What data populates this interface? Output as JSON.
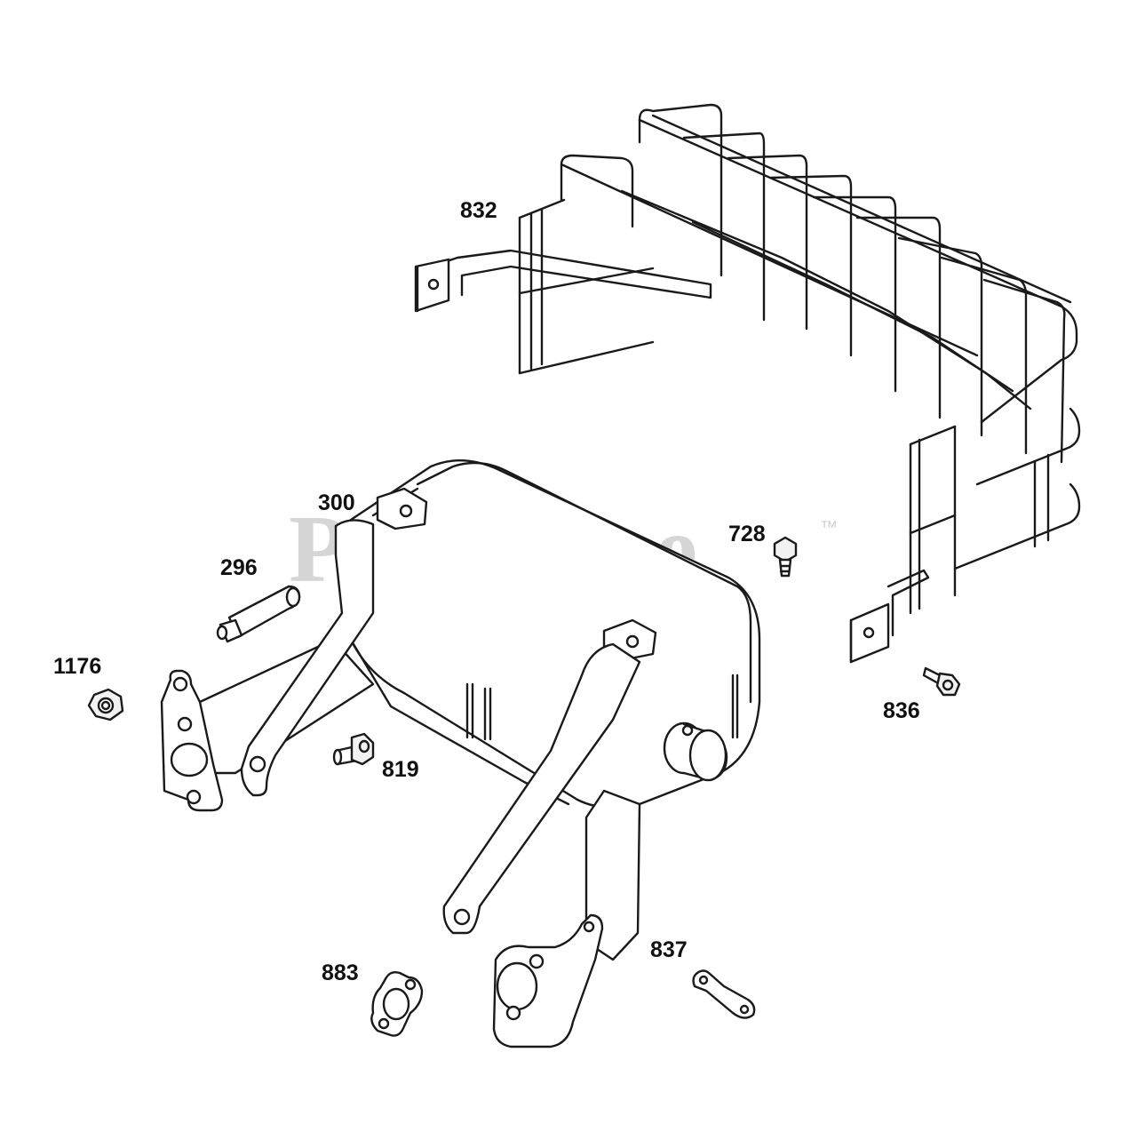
{
  "watermark": {
    "brand": "PartsTree",
    "trademark": "™"
  },
  "callouts": [
    {
      "id": "832",
      "label": "832"
    },
    {
      "id": "300",
      "label": "300"
    },
    {
      "id": "728",
      "label": "728"
    },
    {
      "id": "296",
      "label": "296"
    },
    {
      "id": "1176",
      "label": "1176"
    },
    {
      "id": "836",
      "label": "836"
    },
    {
      "id": "819",
      "label": "819"
    },
    {
      "id": "883",
      "label": "883"
    },
    {
      "id": "837",
      "label": "837"
    }
  ]
}
